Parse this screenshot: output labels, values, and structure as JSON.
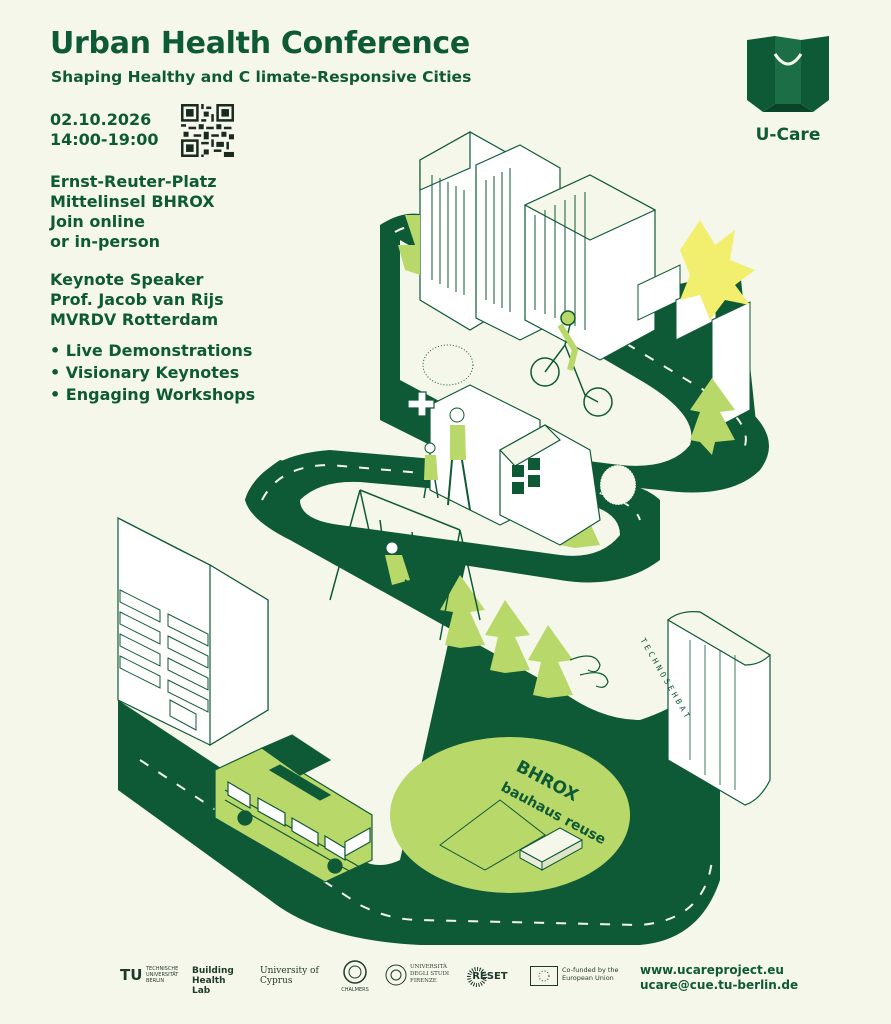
{
  "header": {
    "title": "Urban Health Conference",
    "subtitle": "Shaping Healthy and C limate-Responsive Cities"
  },
  "event": {
    "date": "02.10.2026",
    "time": "14:00-19:00",
    "location_lines": [
      "Ernst-Reuter-Platz",
      "Mittelinsel BHROX",
      "Join online",
      "or in-person"
    ],
    "keynote_lines": [
      "Keynote Speaker",
      "Prof. Jacob van Rijs",
      "MVRDV Rotterdam"
    ],
    "highlights": [
      "• Live Demonstrations",
      "• Visionary Keynotes",
      "• Engaging Workshops"
    ]
  },
  "brand": {
    "name": "U-Care"
  },
  "scene": {
    "venue_name": "BHROX",
    "venue_tagline": "bauhaus reuse",
    "building_label": "TECHNOSEHBAT"
  },
  "footer": {
    "partners": [
      "TECHNISCHE UNIVERSITÄT BERLIN",
      "Building Health Lab",
      "University of Cyprus",
      "CHALMERS",
      "UNIVERSITÀ DEGLI STUDI FIRENZE",
      "RESET",
      "Co-funded by the European Union"
    ],
    "website": "www.ucareproject.eu",
    "email": "ucare@cue.tu-berlin.de"
  },
  "colors": {
    "dark_green": "#0f5a36",
    "light_green": "#b9d86a",
    "pale_green": "#d6e89a",
    "yellow": "#f2ee6e",
    "background": "#f5f7ea"
  }
}
